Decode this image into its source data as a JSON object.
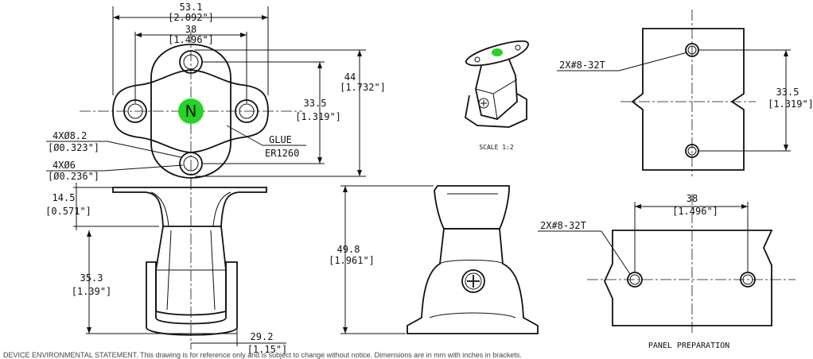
{
  "top_view": {
    "dim_overall_width": "53.1",
    "dim_overall_width_in": "[2.092\"]",
    "dim_hole_spacing": "38",
    "dim_hole_spacing_in": "[1.496\"]",
    "dim_height": "44",
    "dim_height_in": "[1.732\"]",
    "dim_vertical_spacing": "33.5",
    "dim_vertical_spacing_in": "[1.319\"]",
    "hole_large": "4XØ8.2",
    "hole_large_in": "[Ø0.323\"]",
    "hole_small": "4XØ6",
    "hole_small_in": "[Ø0.236\"]",
    "glue_label": "GLUE",
    "glue_part": "ER1260",
    "center_mark": "N",
    "center_mark_color": "#22d622"
  },
  "front_view": {
    "dim_top": "14.5",
    "dim_top_in": "[0.571\"]",
    "dim_mid": "35.3",
    "dim_mid_in": "[1.39\"]",
    "dim_base": "29.2",
    "dim_base_in": "[1.15\"]"
  },
  "side_view": {
    "dim_height": "49.8",
    "dim_height_in": "[1.961\"]"
  },
  "iso_view": {
    "scale": "SCALE 1:2"
  },
  "panel_top": {
    "callout": "2X#8-32T",
    "dim": "33.5",
    "dim_in": "[1.319\"]"
  },
  "panel_bottom": {
    "callout": "2X#8-32T",
    "dim": "38",
    "dim_in": "[1.496\"]",
    "caption": "PANEL PREPARATION"
  },
  "footer_text": "DEVICE ENVIRONMENTAL STATEMENT. This drawing is for reference only and is subject to change without notice. Dimensions are in mm with inches in brackets."
}
